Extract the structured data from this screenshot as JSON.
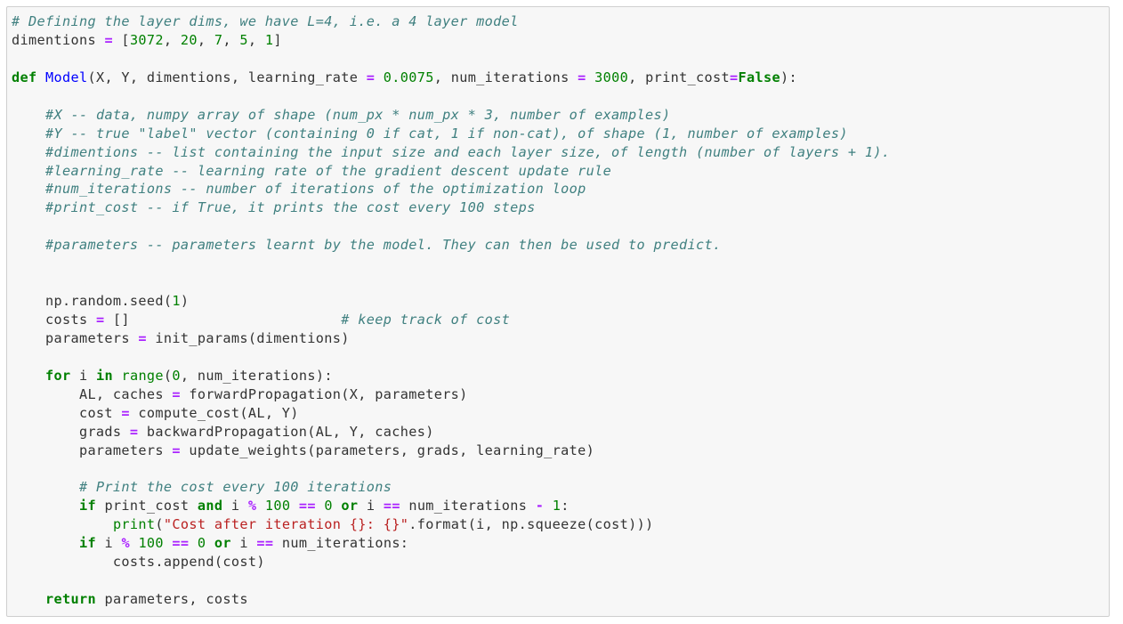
{
  "cell": {
    "type": "code",
    "language": "python",
    "colors": {
      "background": "#f7f7f7",
      "border": "#cfcfcf",
      "comment": "#408080",
      "keyword": "#008000",
      "function_name": "#0000ff",
      "operator": "#aa22ff",
      "number": "#008000",
      "string": "#ba2121",
      "text": "#333333"
    },
    "lines": [
      [
        {
          "t": "cm",
          "v": "# Defining the layer dims, we have L=4, i.e. a 4 layer model"
        }
      ],
      [
        {
          "t": "",
          "v": "dimentions "
        },
        {
          "t": "op",
          "v": "="
        },
        {
          "t": "",
          "v": " ["
        },
        {
          "t": "mi",
          "v": "3072"
        },
        {
          "t": "",
          "v": ", "
        },
        {
          "t": "mi",
          "v": "20"
        },
        {
          "t": "",
          "v": ", "
        },
        {
          "t": "mi",
          "v": "7"
        },
        {
          "t": "",
          "v": ", "
        },
        {
          "t": "mi",
          "v": "5"
        },
        {
          "t": "",
          "v": ", "
        },
        {
          "t": "mi",
          "v": "1"
        },
        {
          "t": "",
          "v": "]"
        }
      ],
      [],
      [
        {
          "t": "kw",
          "v": "def"
        },
        {
          "t": "",
          "v": " "
        },
        {
          "t": "nf",
          "v": "Model"
        },
        {
          "t": "",
          "v": "(X, Y, dimentions, learning_rate "
        },
        {
          "t": "op",
          "v": "="
        },
        {
          "t": "",
          "v": " "
        },
        {
          "t": "mi",
          "v": "0.0075"
        },
        {
          "t": "",
          "v": ", num_iterations "
        },
        {
          "t": "op",
          "v": "="
        },
        {
          "t": "",
          "v": " "
        },
        {
          "t": "mi",
          "v": "3000"
        },
        {
          "t": "",
          "v": ", print_cost"
        },
        {
          "t": "op",
          "v": "="
        },
        {
          "t": "kw",
          "v": "False"
        },
        {
          "t": "",
          "v": "):"
        }
      ],
      [],
      [
        {
          "t": "",
          "v": "    "
        },
        {
          "t": "cm",
          "v": "#X -- data, numpy array of shape (num_px * num_px * 3, number of examples)"
        }
      ],
      [
        {
          "t": "",
          "v": "    "
        },
        {
          "t": "cm",
          "v": "#Y -- true \"label\" vector (containing 0 if cat, 1 if non-cat), of shape (1, number of examples)"
        }
      ],
      [
        {
          "t": "",
          "v": "    "
        },
        {
          "t": "cm",
          "v": "#dimentions -- list containing the input size and each layer size, of length (number of layers + 1)."
        }
      ],
      [
        {
          "t": "",
          "v": "    "
        },
        {
          "t": "cm",
          "v": "#learning_rate -- learning rate of the gradient descent update rule"
        }
      ],
      [
        {
          "t": "",
          "v": "    "
        },
        {
          "t": "cm",
          "v": "#num_iterations -- number of iterations of the optimization loop"
        }
      ],
      [
        {
          "t": "",
          "v": "    "
        },
        {
          "t": "cm",
          "v": "#print_cost -- if True, it prints the cost every 100 steps"
        }
      ],
      [],
      [
        {
          "t": "",
          "v": "    "
        },
        {
          "t": "cm",
          "v": "#parameters -- parameters learnt by the model. They can then be used to predict."
        }
      ],
      [],
      [],
      [
        {
          "t": "",
          "v": "    np.random.seed("
        },
        {
          "t": "mi",
          "v": "1"
        },
        {
          "t": "",
          "v": ")"
        }
      ],
      [
        {
          "t": "",
          "v": "    costs "
        },
        {
          "t": "op",
          "v": "="
        },
        {
          "t": "",
          "v": " []                         "
        },
        {
          "t": "cm",
          "v": "# keep track of cost"
        }
      ],
      [
        {
          "t": "",
          "v": "    parameters "
        },
        {
          "t": "op",
          "v": "="
        },
        {
          "t": "",
          "v": " init_params(dimentions)"
        }
      ],
      [],
      [
        {
          "t": "",
          "v": "    "
        },
        {
          "t": "kw",
          "v": "for"
        },
        {
          "t": "",
          "v": " i "
        },
        {
          "t": "kw",
          "v": "in"
        },
        {
          "t": "",
          "v": " "
        },
        {
          "t": "bi",
          "v": "range"
        },
        {
          "t": "",
          "v": "("
        },
        {
          "t": "mi",
          "v": "0"
        },
        {
          "t": "",
          "v": ", num_iterations):"
        }
      ],
      [
        {
          "t": "",
          "v": "        AL, caches "
        },
        {
          "t": "op",
          "v": "="
        },
        {
          "t": "",
          "v": " forwardPropagation(X, parameters)"
        }
      ],
      [
        {
          "t": "",
          "v": "        cost "
        },
        {
          "t": "op",
          "v": "="
        },
        {
          "t": "",
          "v": " compute_cost(AL, Y)"
        }
      ],
      [
        {
          "t": "",
          "v": "        grads "
        },
        {
          "t": "op",
          "v": "="
        },
        {
          "t": "",
          "v": " backwardPropagation(AL, Y, caches)"
        }
      ],
      [
        {
          "t": "",
          "v": "        parameters "
        },
        {
          "t": "op",
          "v": "="
        },
        {
          "t": "",
          "v": " update_weights(parameters, grads, learning_rate)"
        }
      ],
      [],
      [
        {
          "t": "",
          "v": "        "
        },
        {
          "t": "cm",
          "v": "# Print the cost every 100 iterations"
        }
      ],
      [
        {
          "t": "",
          "v": "        "
        },
        {
          "t": "kw",
          "v": "if"
        },
        {
          "t": "",
          "v": " print_cost "
        },
        {
          "t": "kw",
          "v": "and"
        },
        {
          "t": "",
          "v": " i "
        },
        {
          "t": "op",
          "v": "%"
        },
        {
          "t": "",
          "v": " "
        },
        {
          "t": "mi",
          "v": "100"
        },
        {
          "t": "",
          "v": " "
        },
        {
          "t": "op",
          "v": "=="
        },
        {
          "t": "",
          "v": " "
        },
        {
          "t": "mi",
          "v": "0"
        },
        {
          "t": "",
          "v": " "
        },
        {
          "t": "kw",
          "v": "or"
        },
        {
          "t": "",
          "v": " i "
        },
        {
          "t": "op",
          "v": "=="
        },
        {
          "t": "",
          "v": " num_iterations "
        },
        {
          "t": "op",
          "v": "-"
        },
        {
          "t": "",
          "v": " "
        },
        {
          "t": "mi",
          "v": "1"
        },
        {
          "t": "",
          "v": ":"
        }
      ],
      [
        {
          "t": "",
          "v": "            "
        },
        {
          "t": "bi",
          "v": "print"
        },
        {
          "t": "",
          "v": "("
        },
        {
          "t": "st",
          "v": "\"Cost after iteration {}: {}\""
        },
        {
          "t": "",
          "v": ".format(i, np.squeeze(cost)))"
        }
      ],
      [
        {
          "t": "",
          "v": "        "
        },
        {
          "t": "kw",
          "v": "if"
        },
        {
          "t": "",
          "v": " i "
        },
        {
          "t": "op",
          "v": "%"
        },
        {
          "t": "",
          "v": " "
        },
        {
          "t": "mi",
          "v": "100"
        },
        {
          "t": "",
          "v": " "
        },
        {
          "t": "op",
          "v": "=="
        },
        {
          "t": "",
          "v": " "
        },
        {
          "t": "mi",
          "v": "0"
        },
        {
          "t": "",
          "v": " "
        },
        {
          "t": "kw",
          "v": "or"
        },
        {
          "t": "",
          "v": " i "
        },
        {
          "t": "op",
          "v": "=="
        },
        {
          "t": "",
          "v": " num_iterations:"
        }
      ],
      [
        {
          "t": "",
          "v": "            costs.append(cost)"
        }
      ],
      [],
      [
        {
          "t": "",
          "v": "    "
        },
        {
          "t": "kw",
          "v": "return"
        },
        {
          "t": "",
          "v": " parameters, costs"
        }
      ]
    ]
  }
}
